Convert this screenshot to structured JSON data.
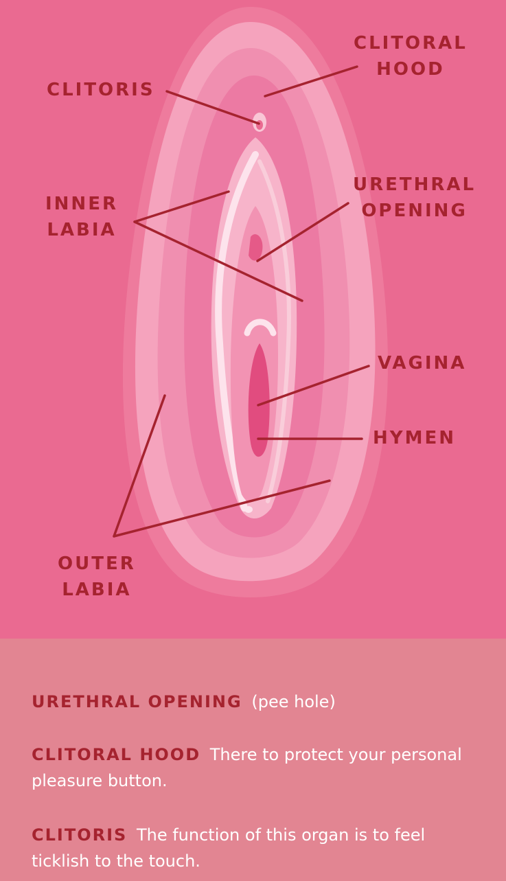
{
  "labels": {
    "clitoral_hood": [
      "CLITORAL",
      "HOOD"
    ],
    "clitoris": [
      "CLITORIS"
    ],
    "urethral_opening": [
      "URETHRAL",
      "OPENING"
    ],
    "inner_labia": [
      "INNER",
      "LABIA"
    ],
    "vagina": [
      "VAGINA"
    ],
    "hymen": [
      "HYMEN"
    ],
    "outer_labia": [
      "OUTER",
      "LABIA"
    ]
  },
  "legend": [
    {
      "term": "URETHRAL OPENING",
      "text": "(pee hole)"
    },
    {
      "term": "CLITORAL HOOD",
      "text": "There to protect your personal pleasure button."
    },
    {
      "term": "CLITORIS",
      "text": "The function of this organ is to feel ticklish to the touch."
    }
  ],
  "colors": {
    "background": "#ea6a91",
    "label": "#a5232f",
    "legend_background": "#e28592",
    "legend_text": "#ffffff"
  }
}
